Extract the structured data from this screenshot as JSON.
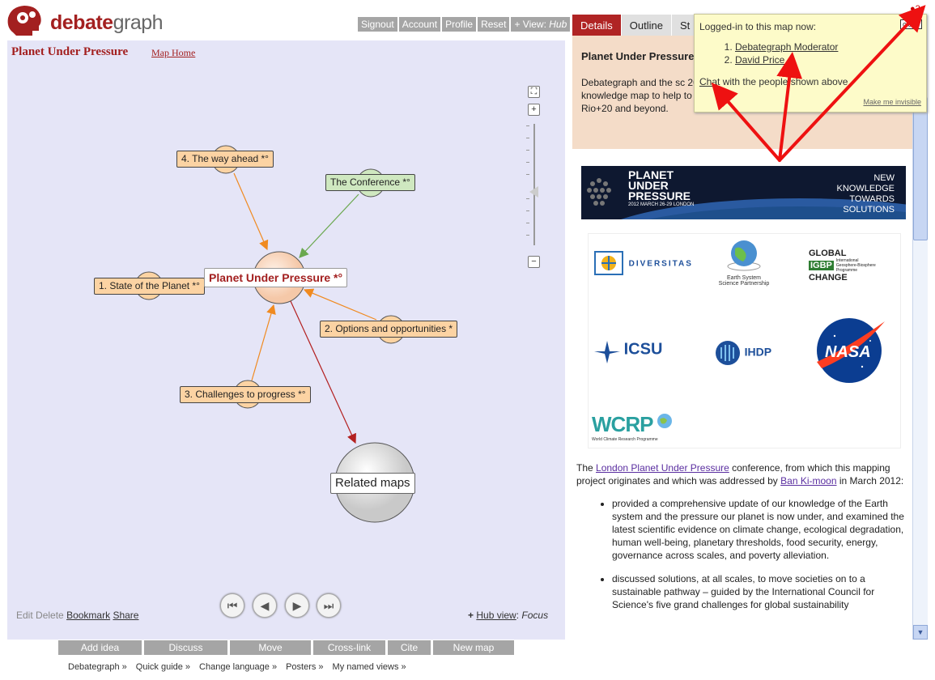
{
  "brand": {
    "part1": "debate",
    "part2": "graph"
  },
  "topbar": {
    "signout": "Signout",
    "account": "Account",
    "profile": "Profile",
    "reset": "Reset",
    "view_prefix": "+ View:",
    "view_value": "Hub"
  },
  "map": {
    "title": "Planet Under Pressure",
    "home_link": "Map Home",
    "nodes": {
      "center": "Planet Under Pressure *°",
      "way_ahead": "4. The way ahead *°",
      "conference": "The Conference *°",
      "state": "1. State of the Planet *°",
      "options": "2. Options and opportunities *",
      "challenges": "3. Challenges to progress *°",
      "related": "Related maps"
    },
    "zoom": {
      "fit": "⛶",
      "in": "+",
      "out": "−"
    },
    "edit": {
      "edit": "Edit",
      "delete": "Delete",
      "bookmark": "Bookmark",
      "share": "Share"
    },
    "hub": {
      "plus": "+",
      "link": "Hub view",
      "sep": ":",
      "mode": "Focus"
    },
    "playback": {
      "first": "⏮",
      "prev": "◀",
      "next": "▶",
      "last": "⏭"
    }
  },
  "bottom_buttons": [
    "Add idea",
    "Discuss",
    "Move",
    "Cross-link",
    "Cite",
    "New map"
  ],
  "footer_links": [
    "Debategraph »",
    "Quick guide »",
    "Change language »",
    "Posters »",
    "My named views »"
  ],
  "tabs": [
    "Details",
    "Outline",
    "St"
  ],
  "details": {
    "title": "Planet Under Pressure",
    "desc": "Debategraph and the sc 2012 conference are col evidence, risks and polic knowledge map to help to convey and inform the global deliberation at UN Rio+20 and beyond.",
    "banner": {
      "line1": "PLANET",
      "line2": "UNDER",
      "line3": "PRESSURE",
      "line4": "2012 MARCH 26-29 LONDON",
      "tag1": "NEW",
      "tag2": "KNOWLEDGE",
      "tag3": "TOWARDS",
      "tag4": "SOLUTIONS"
    },
    "logos": {
      "diversitas": "DIVERSITAS",
      "essp1": "Earth System",
      "essp2": "Science Partnership",
      "igbp1": "GLOBAL",
      "igbp2": "IGBP",
      "igbp3": "CHANGE",
      "igbp_sub": "International Geosphere-Biosphere Programme",
      "icsu": "ICSU",
      "ihdp": "IHDP",
      "nasa": "NASA",
      "wcrp": "WCRP",
      "wcrp_sub": "World Climate Research Programme"
    },
    "para1_a": "The ",
    "para1_link1": "London Planet Under Pressure",
    "para1_b": " conference, from which this mapping project originates and which was addressed by ",
    "para1_link2": "Ban Ki-moon",
    "para1_c": " in March 2012:",
    "bullets": [
      "provided a comprehensive update of our knowledge of the Earth system and the pressure our planet is now under, and examined the latest scientific evidence on climate change, ecological degradation, human well-being, planetary thresholds, food security, energy, governance across scales, and poverty alleviation.",
      "discussed solutions, at all scales, to move societies on to a sustainable pathway – guided by the International Council for Science's five grand challenges for global sustainability"
    ]
  },
  "popup": {
    "title": "Logged-in to this map now:",
    "users": [
      "Debategraph Moderator",
      "David Price"
    ],
    "chat_link": "Chat",
    "chat_text": " with the people shown above",
    "invisible": "Make me invisible",
    "close": "close"
  },
  "online_count": "2",
  "colors": {
    "brand_red": "#a32020",
    "map_bg": "#e5e5f7",
    "node_orange": "#fcd3a3",
    "node_green": "#cfe8c0",
    "button_gray": "#a5a5a5",
    "popup_yellow": "#fdfbc9",
    "annotation_red": "#ee1111"
  }
}
